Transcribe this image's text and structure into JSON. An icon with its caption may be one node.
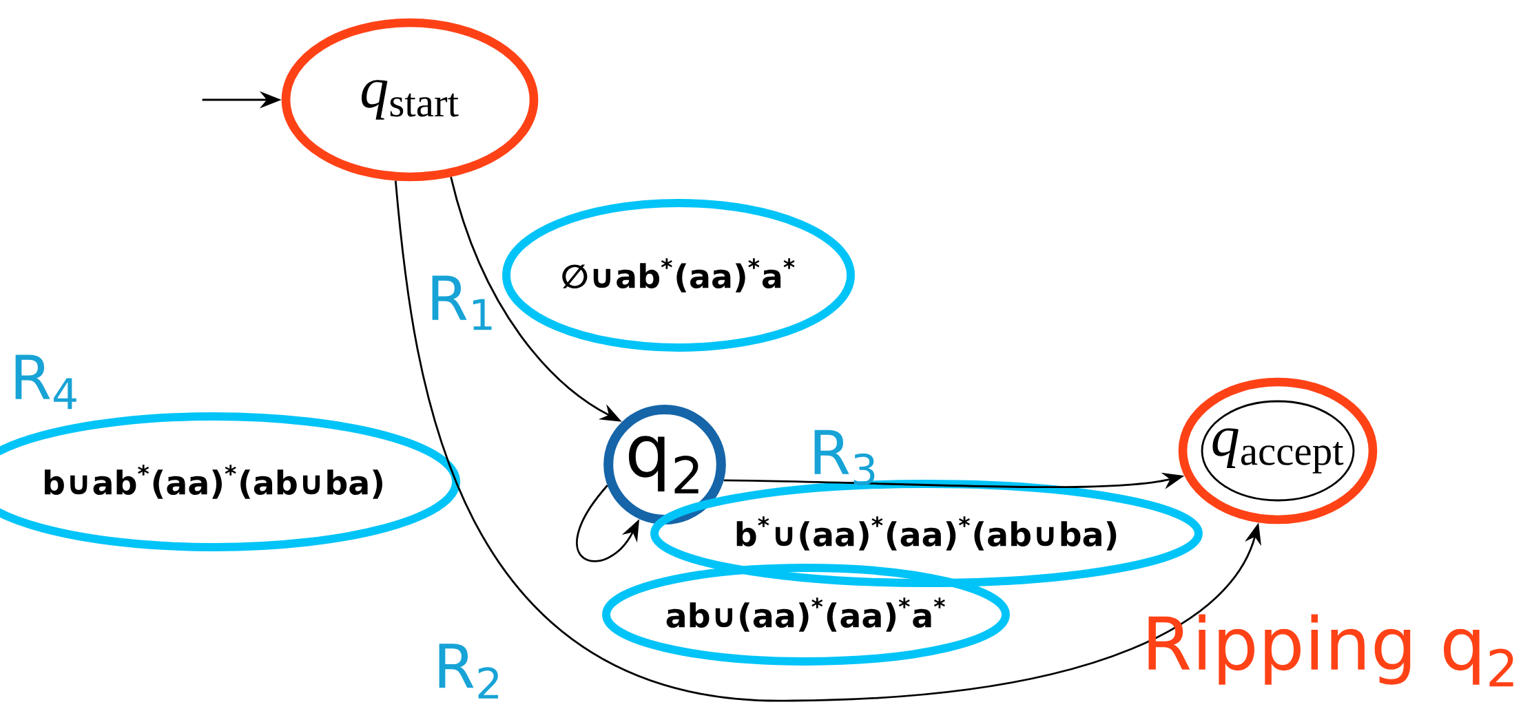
{
  "diagram": {
    "nodes": [
      {
        "text": [
          "*q*$_{start}$"
        ]
      },
      {
        "text": [
          "q$_{2}$"
        ]
      },
      {
        "text": [
          "*q*$_{accept}$"
        ]
      },
      {
        "text": [
          "∅∪ab$^{*}$(aa)$^{*}$a$^{*}$"
        ],
        "beside": [
          "R$_{1}$"
        ]
      },
      {
        "text": [
          "b∪ab$^{*}$(aa)$^{*}$(ab∪ba)"
        ],
        "beside": [
          "R$_{4}$"
        ]
      },
      {
        "text": [
          "b$^{*}$∪(aa)$^{*}$(aa)$^{*}$(ab∪ba)"
        ],
        "beside": [
          "R$_{3}$"
        ]
      },
      {
        "text": [
          "ab∪(aa)$^{*}$(aa)$^{*}$a$^{*}$"
        ],
        "beside": [
          "R$_{2}$"
        ]
      }
    ],
    "edges": [
      {
        "from": null,
        "to": 0,
        "arrow": "to"
      },
      {
        "from": 0,
        "to": 1,
        "arrow": "to"
      },
      {
        "from": 1,
        "to": 1,
        "arrow": "to"
      },
      {
        "from": 1,
        "to": 2,
        "arrow": "to"
      },
      {
        "from": 0,
        "to": 2,
        "arrow": "to"
      }
    ],
    "labels": [
      "Ripping q$_{2}$"
    ]
  }
}
